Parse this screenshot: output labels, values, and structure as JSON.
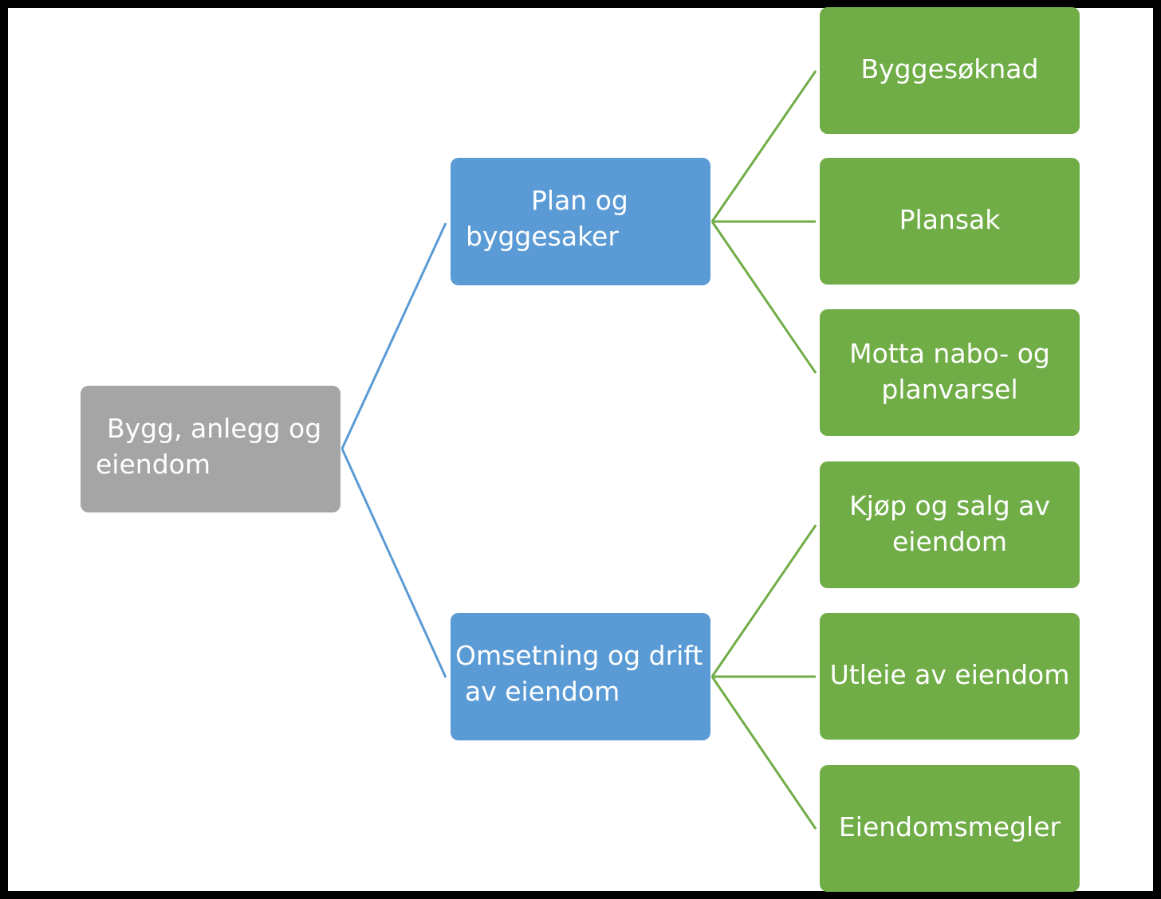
{
  "colors": {
    "root_fill": "#a5a5a5",
    "mid_fill": "#5b9bd5",
    "leaf_fill": "#70ad47",
    "text": "#ffffff"
  },
  "diagram": {
    "root": {
      "lines": [
        "Bygg, anlegg og",
        "eiendom"
      ]
    },
    "branches": [
      {
        "lines": [
          "Plan og",
          "byggesaker"
        ],
        "children": [
          {
            "lines": [
              "Byggesøknad"
            ]
          },
          {
            "lines": [
              "Plansak"
            ]
          },
          {
            "lines": [
              "Motta nabo- og",
              "planvarsel"
            ]
          }
        ]
      },
      {
        "lines": [
          "Omsetning og drift",
          "av eiendom"
        ],
        "children": [
          {
            "lines": [
              "Kjøp og salg av",
              "eiendom"
            ]
          },
          {
            "lines": [
              "Utleie av eiendom"
            ]
          },
          {
            "lines": [
              "Eiendomsmegler"
            ]
          }
        ]
      }
    ]
  }
}
